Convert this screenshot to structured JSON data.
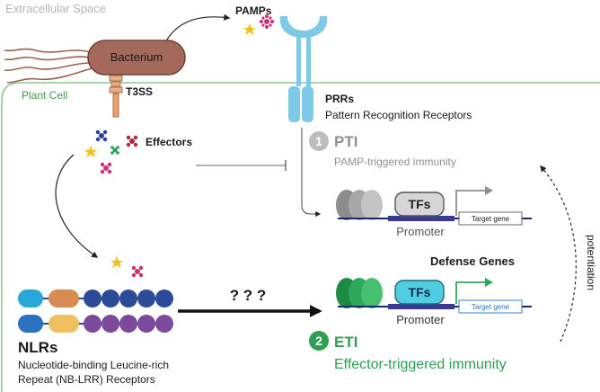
{
  "labels": {
    "extracellular": "Extracellular Space",
    "plant_cell": "Plant Cell",
    "bacterium": "Bacterium",
    "t3ss": "T3SS",
    "pamps": "PAMPs",
    "effectors": "Effectors",
    "prrs": "PRRs",
    "prrs_full": "Pattern Recognition Receptors",
    "pti_num": "1",
    "pti": "PTI",
    "pti_full": "PAMP-triggered immunity",
    "tfs_top": "TFs",
    "promoter_top": "Promoter",
    "target_top": "Target gene",
    "defense_genes": "Defense Genes",
    "tfs_bottom": "TFs",
    "promoter_bottom": "Promoter",
    "target_bottom": "Target gene",
    "question": "? ? ?",
    "nlrs": "NLRs",
    "nlrs_line1": "Nucleotide-binding Leucine-rich",
    "nlrs_line2": "Repeat (NB-LRR) Receptors",
    "eti_num": "2",
    "eti": "ETI",
    "eti_full": "Effector-triggered immunity",
    "potentiation": "potentiation"
  },
  "colors": {
    "cell_border": "#8cc889",
    "bacterium": "#a5695c",
    "prr": "#7ec8e8",
    "effector_blue": "#2a3f9b",
    "effector_red": "#b0283a",
    "effector_yellow": "#f0c020",
    "effector_pink": "#c8307a",
    "nlr_blue": "#2c4a9a",
    "nlr_purple": "#7b4a9a",
    "eti_green": "#2e9e52",
    "gray_text": "#909090"
  }
}
